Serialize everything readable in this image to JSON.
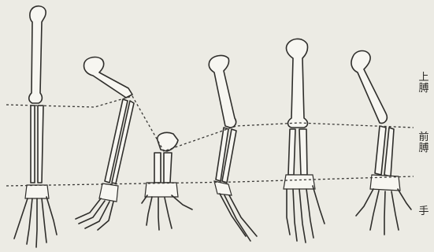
{
  "labels": {
    "upper_arm": [
      "上",
      "膊"
    ],
    "forearm": [
      "前",
      "膊"
    ],
    "hand": "手"
  },
  "colors": {
    "paper": "#ecebe4",
    "ink": "#2f2e2b"
  }
}
